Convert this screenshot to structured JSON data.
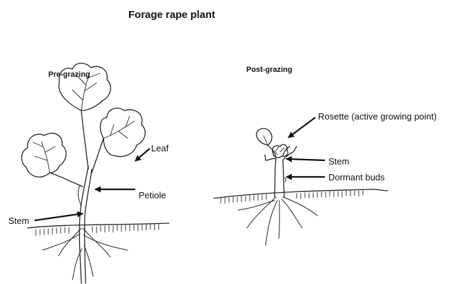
{
  "title": "Forage  rape plant",
  "panels": {
    "pre": {
      "heading": "Pre-grazing",
      "labels": {
        "leaf": "Leaf",
        "petiole": "Petiole",
        "stem": "Stem"
      }
    },
    "post": {
      "heading": "Post-grazing",
      "labels": {
        "rosette": "Rosette (active growing point)",
        "stem": "Stem",
        "dormant_buds": "Dormant buds"
      }
    }
  },
  "colors": {
    "ink": "#111111",
    "ground_tint": "#cfe3ee"
  }
}
